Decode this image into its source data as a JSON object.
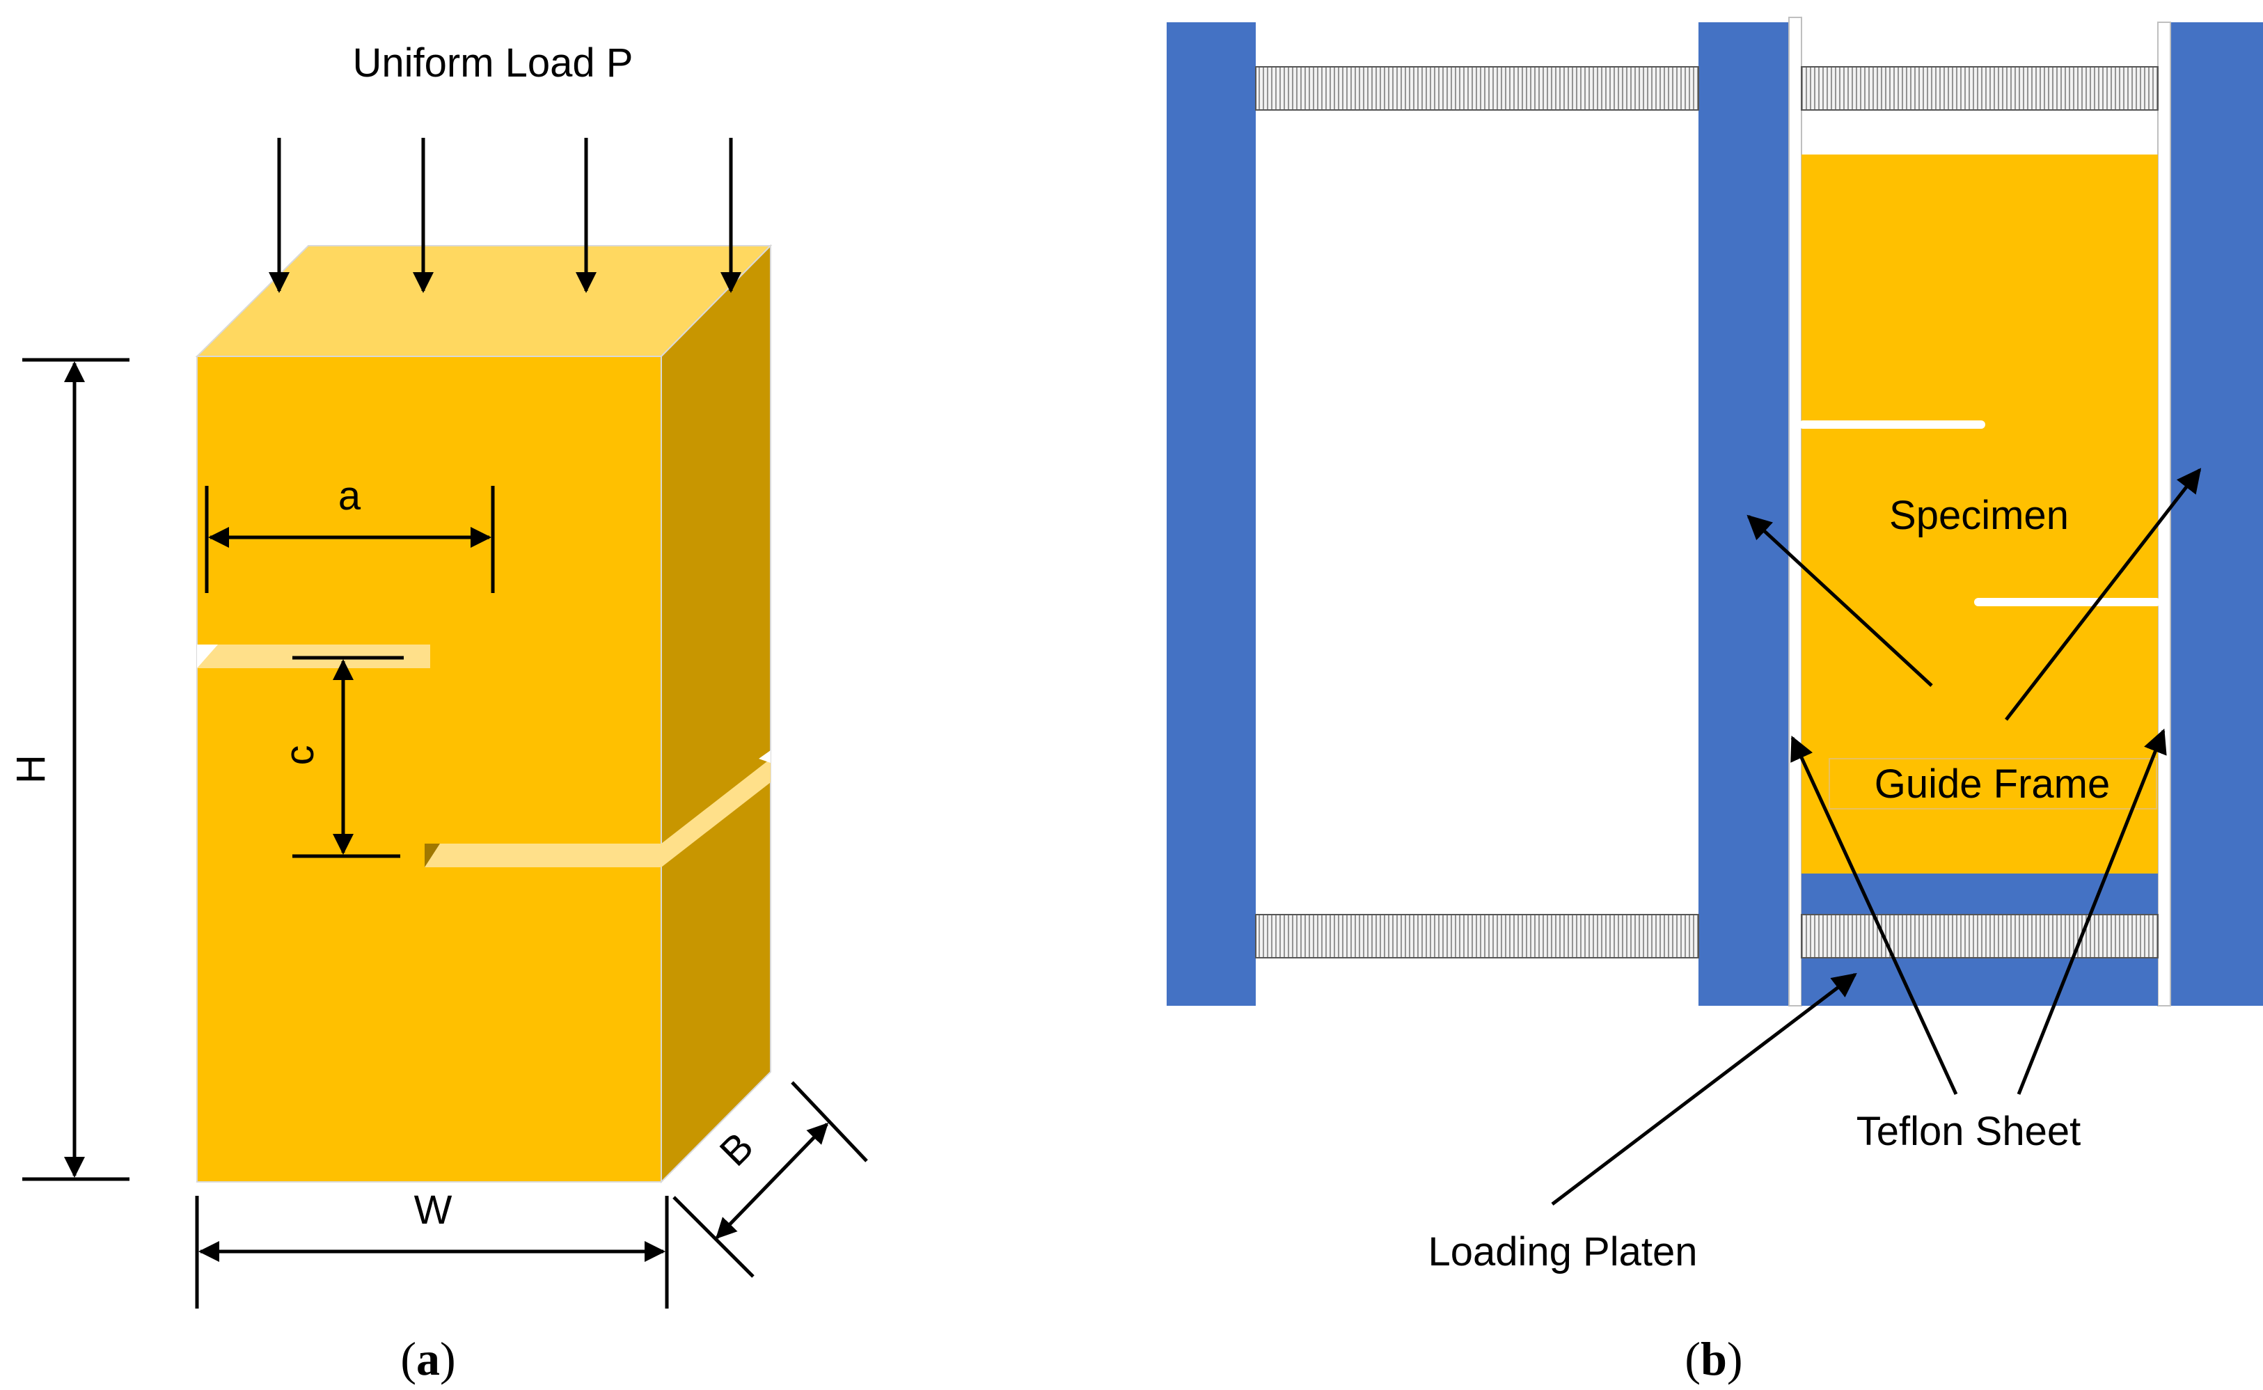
{
  "panel_a": {
    "load_label": "Uniform Load P",
    "dim_a": "a",
    "dim_c": "c",
    "dim_h": "H",
    "dim_w": "W",
    "dim_b": "B",
    "caption_open": "(",
    "caption_letter": "a",
    "caption_close": ")"
  },
  "panel_b": {
    "specimen_label": "Specimen",
    "guide_frame_label": "Guide Frame",
    "teflon_label": "Teflon Sheet",
    "platen_label": "Loading Platen",
    "caption_open": "(",
    "caption_letter": "b",
    "caption_close": ")"
  },
  "colors": {
    "specimen_front": "#FFC000",
    "specimen_top": "#FFD860",
    "specimen_side": "#C89600",
    "frame_blue": "#4472C4",
    "outline": "#000000"
  },
  "icons": [
    "load-arrow-icon",
    "dimension-arrow-icon",
    "pointer-arrow-icon"
  ]
}
